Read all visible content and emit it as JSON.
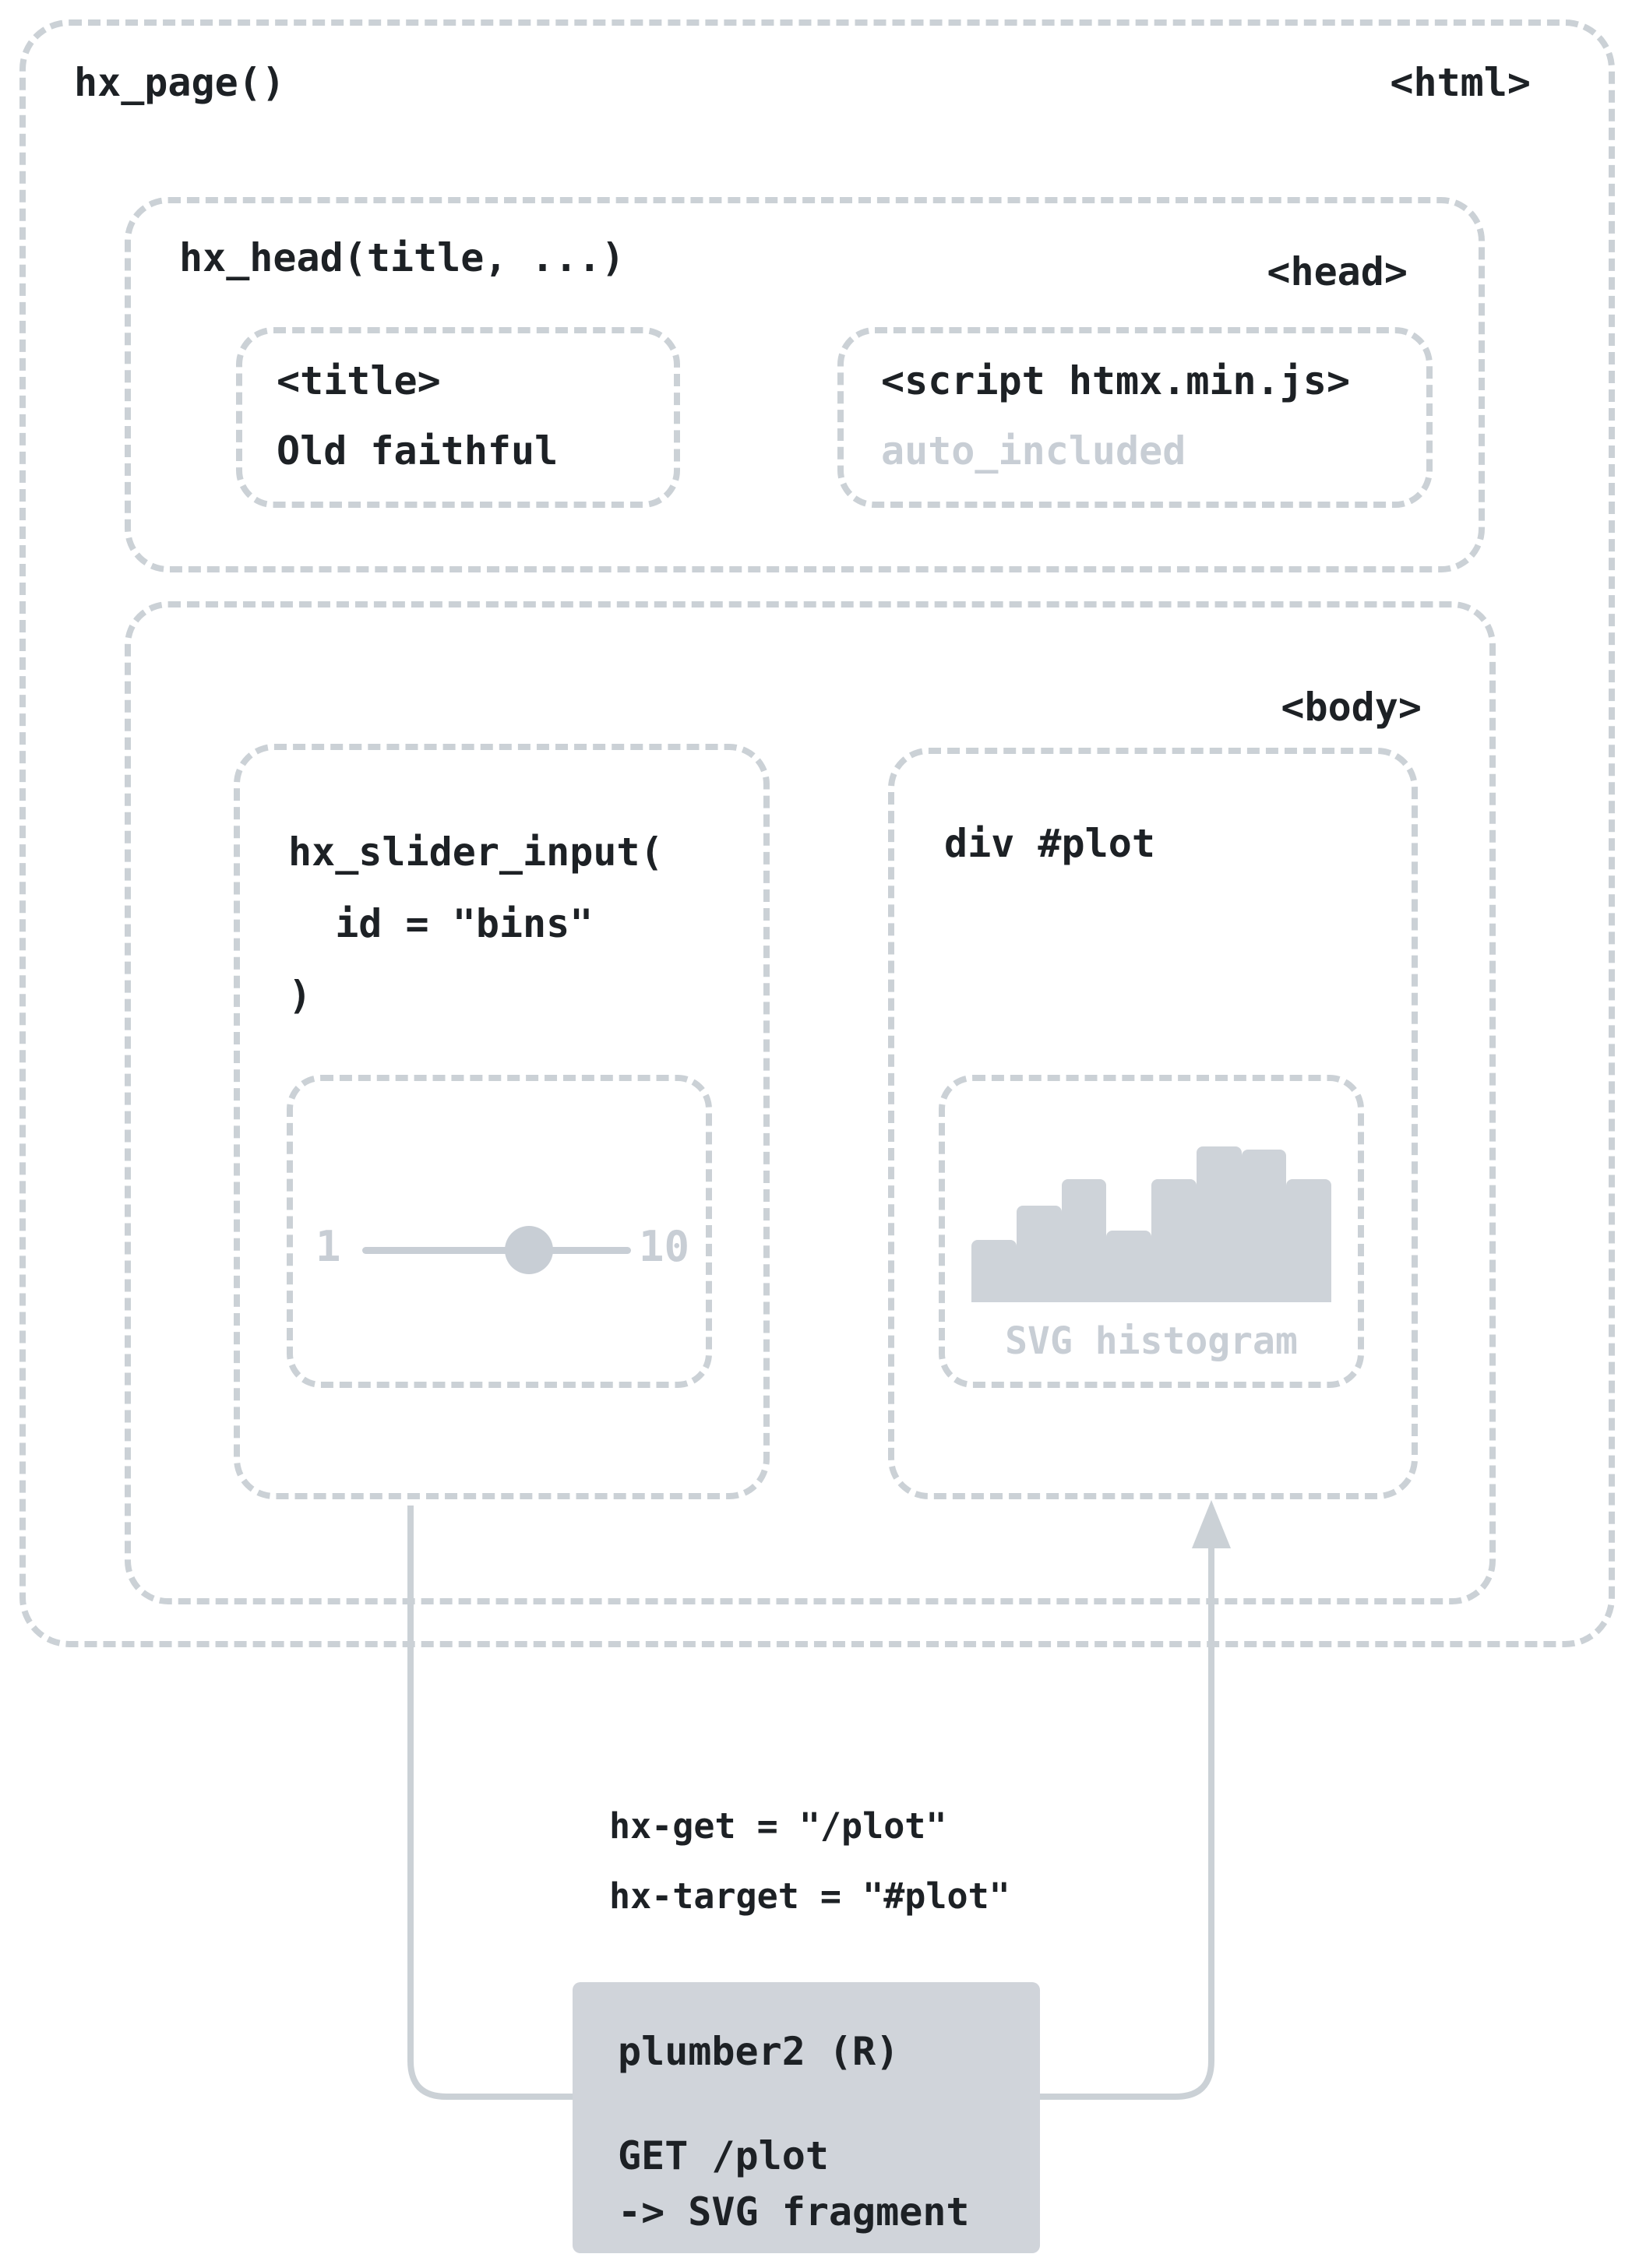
{
  "page": {
    "function": "hx_page()",
    "tag": "<html>"
  },
  "head": {
    "function": "hx_head(title, ...)",
    "tag": "<head>",
    "title": {
      "tag": "<title>",
      "content": "Old faithful"
    },
    "script": {
      "tag": "<script htmx.min.js>",
      "note": "auto_included"
    }
  },
  "body": {
    "tag": "<body>",
    "slider": {
      "code_lines": [
        "hx_slider_input(",
        "  id = \"bins\"",
        ")"
      ],
      "min_label": "1",
      "max_label": "10",
      "knob_fraction": 0.62
    },
    "plot": {
      "label": "div #plot",
      "caption": "SVG histogram",
      "bar_heights": [
        0.4,
        0.62,
        0.79,
        0.46,
        0.79,
        1.0,
        0.98,
        0.79
      ]
    }
  },
  "request": {
    "attr_lines": [
      "hx-get = \"/plot\"",
      "hx-target = \"#plot\""
    ]
  },
  "server": {
    "title": "plumber2 (R)",
    "lines": [
      "GET /plot",
      "-> SVG fragment"
    ]
  },
  "colors": {
    "ink": "#1d2125",
    "dash": "#cbd1d6",
    "muted": "#c8ced5",
    "server": "#d0d4da",
    "hist": "#ced3d9"
  }
}
